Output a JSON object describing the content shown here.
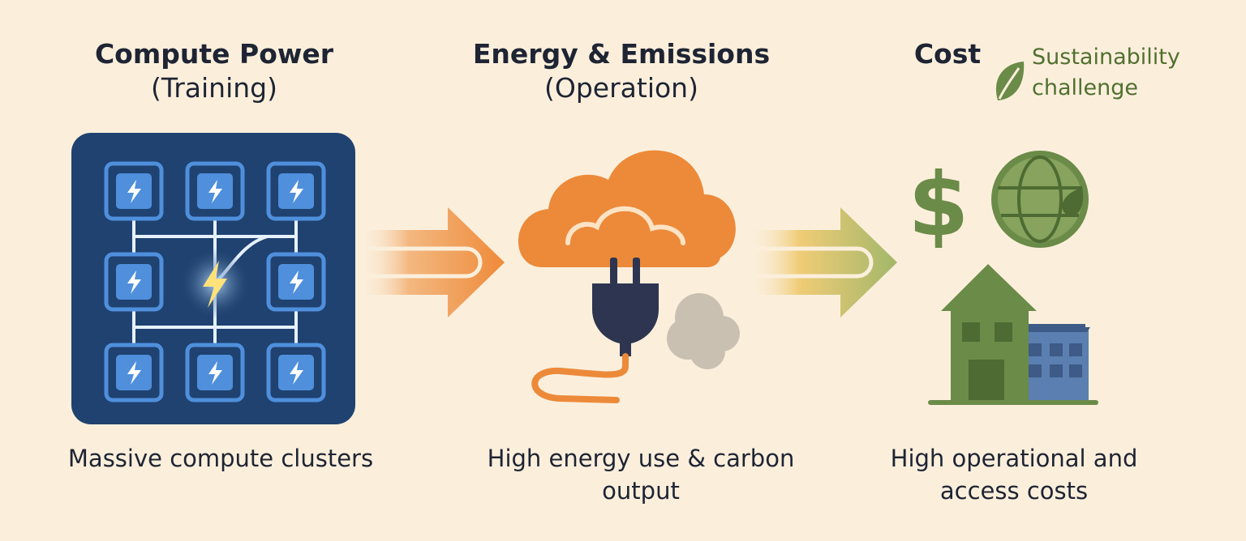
{
  "columns": [
    {
      "heading": "Compute Power",
      "subheading": "(Training)",
      "caption": "Massive compute clusters",
      "icon": "gpu-cluster-icon"
    },
    {
      "heading": "Energy & Emissions",
      "subheading": "(Operation)",
      "caption_line1": "High energy use & carbon",
      "caption_line2": "output",
      "icon": "cloud-plug-icon"
    },
    {
      "heading": "Cost",
      "caption_line1": "High operational and",
      "caption_line2": "access costs",
      "icons": [
        "dollar-icon",
        "globe-icon",
        "buildings-icon"
      ]
    }
  ],
  "sustainability": {
    "line1": "Sustainability",
    "line2": "challenge",
    "icon": "leaf-icon"
  },
  "colors": {
    "background": "#fbefdc",
    "compute_panel": "#1f4270",
    "chip": "#4f8fdc",
    "energy": "#ec8a3a",
    "plug": "#2e3550",
    "smoke": "#c9c0b2",
    "cost_green": "#6b8b48",
    "building_blue": "#5a7fb0",
    "text": "#1e2433",
    "sustain_text": "#51702f"
  }
}
